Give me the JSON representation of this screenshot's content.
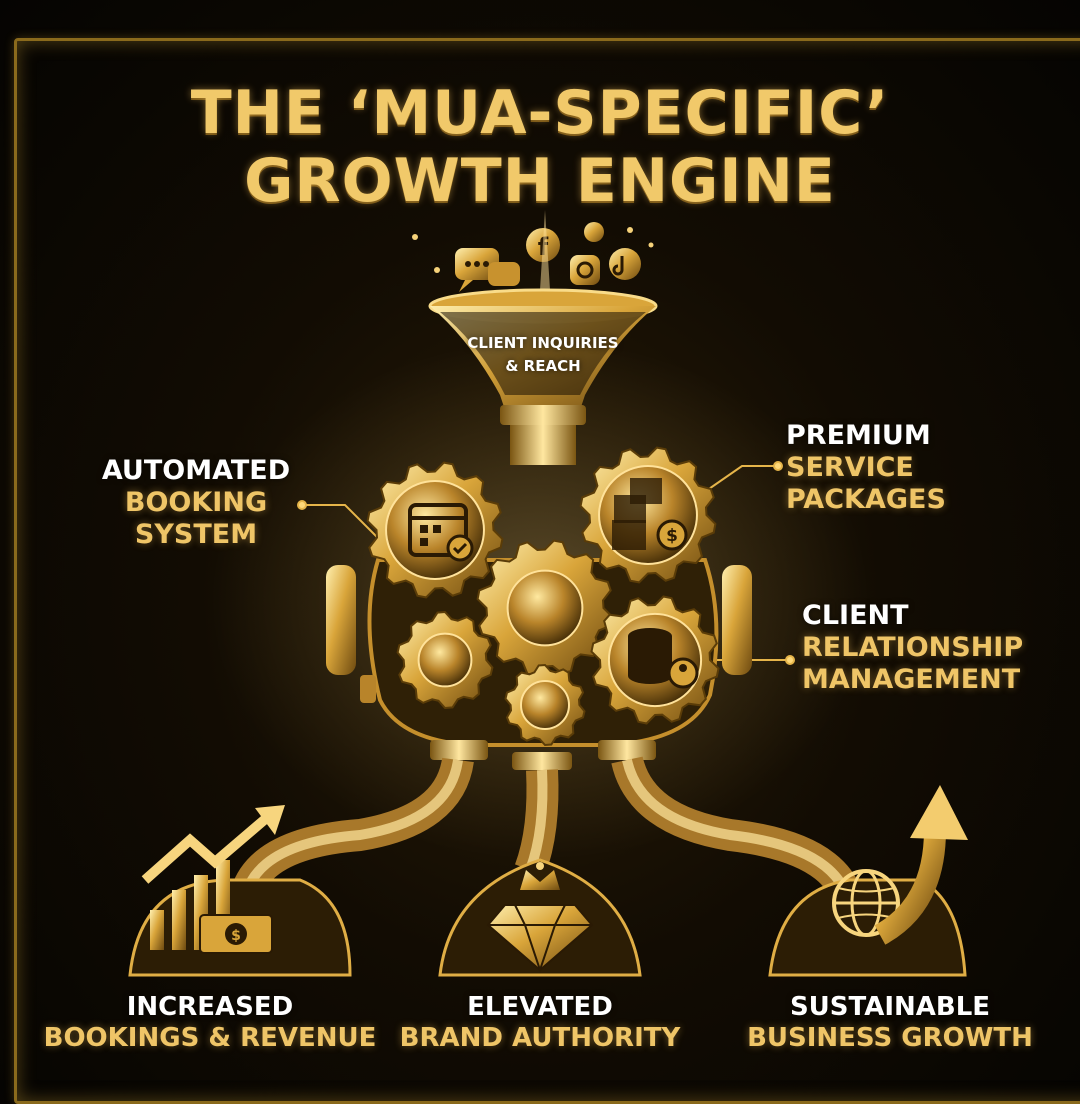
{
  "title": {
    "line1": "THE ‘MUA-SPECIFIC’",
    "line2": "GROWTH ENGINE"
  },
  "funnel": {
    "line1": "CLIENT INQUIRIES",
    "line2": "& REACH"
  },
  "inputs": [
    {
      "id": "booking",
      "line1": "AUTOMATED",
      "line2": "BOOKING",
      "line3": "SYSTEM",
      "icon": "calendar-check-icon"
    },
    {
      "id": "packages",
      "line1": "PREMIUM",
      "line2": "SERVICE",
      "line3": "PACKAGES",
      "icon": "boxes-dollar-icon"
    },
    {
      "id": "crm",
      "line1": "CLIENT",
      "line2": "RELATIONSHIP",
      "line3": "MANAGEMENT",
      "icon": "database-user-icon"
    }
  ],
  "outcomes": [
    {
      "id": "revenue",
      "line1": "INCREASED",
      "line2": "BOOKINGS & REVENUE",
      "icon": "chart-up-money-icon"
    },
    {
      "id": "authority",
      "line1": "ELEVATED",
      "line2": "BRAND AUTHORITY",
      "icon": "crown-diamond-icon"
    },
    {
      "id": "growth",
      "line1": "SUSTAINABLE",
      "line2": "BUSINESS GROWTH",
      "icon": "globe-arrow-icon"
    }
  ],
  "social_icons": [
    "chat-bubbles-icon",
    "facebook-icon",
    "instagram-icon",
    "tiktok-icon",
    "phone-icon"
  ],
  "colors": {
    "gold": "#efc567",
    "gold_dark": "#8a6a1c",
    "background": "#0b0804",
    "white_text": "#ffffff"
  }
}
